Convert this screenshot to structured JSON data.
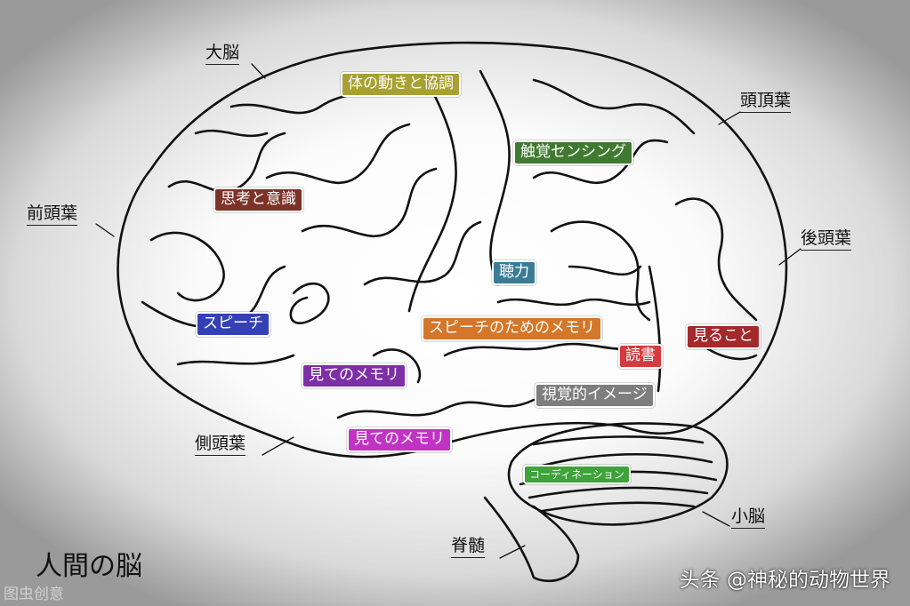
{
  "title": "人間の脳",
  "credit": "头条 @神秘的动物世界",
  "watermark": "图虫创意",
  "regions": {
    "cerebrum": "大脳",
    "parietal": "頭頂葉",
    "frontal": "前頭葉",
    "occipital": "後頭葉",
    "temporal": "側頭葉",
    "cerebellum": "小脳",
    "spinal": "脊髄"
  },
  "functions": [
    {
      "label": "体の動きと協調",
      "color": "#a8a031"
    },
    {
      "label": "触覚センシング",
      "color": "#3f7a30"
    },
    {
      "label": "思考と意識",
      "color": "#7d3228"
    },
    {
      "label": "聴力",
      "color": "#3a7c95"
    },
    {
      "label": "スピーチ",
      "color": "#3440b5"
    },
    {
      "label": "スピーチのためのメモリ",
      "color": "#d4772a"
    },
    {
      "label": "見ること",
      "color": "#a3292b"
    },
    {
      "label": "読書",
      "color": "#d43a3e"
    },
    {
      "label": "見てのメモリ",
      "color": "#7d2fa8"
    },
    {
      "label": "視覚的イメージ",
      "color": "#7e7e7e"
    },
    {
      "label": "見てのメモリ",
      "color": "#c034c4"
    },
    {
      "label": "コーディネーション",
      "color": "#3da33a"
    }
  ]
}
